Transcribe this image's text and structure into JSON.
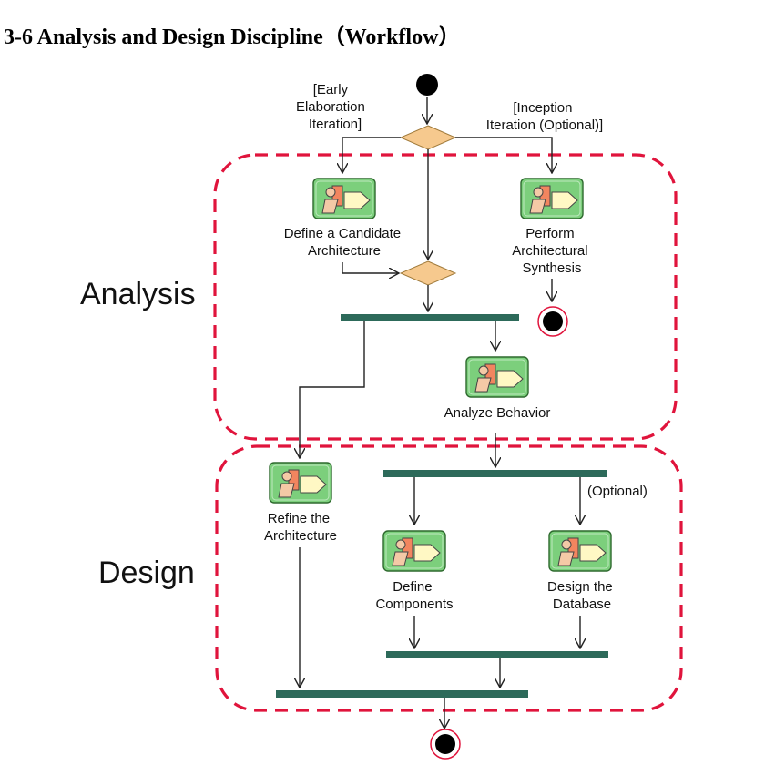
{
  "title": "3-6 Analysis and Design Discipline（Workflow）",
  "regions": {
    "analysis": "Analysis",
    "design": "Design"
  },
  "guards": {
    "left": [
      "[Early",
      "Elaboration",
      "Iteration]"
    ],
    "right": [
      "[Inception",
      "Iteration (Optional)]"
    ],
    "optional": "(Optional)"
  },
  "activities": {
    "define_candidate": [
      "Define a Candidate",
      "Architecture"
    ],
    "perform_synthesis": [
      "Perform",
      "Architectural",
      "Synthesis"
    ],
    "analyze_behavior": [
      "Analyze Behavior"
    ],
    "refine_architecture": [
      "Refine the",
      "Architecture"
    ],
    "define_components": [
      "Define",
      "Components"
    ],
    "design_database": [
      "Design the",
      "Database"
    ]
  },
  "icons": {
    "activity": "workflow-detail-icon"
  },
  "colors": {
    "region_border": "#e0143c",
    "sync_bar": "#2d6a5a",
    "decision": "#f6c98e",
    "activity_fill": "#7ccf7c"
  }
}
